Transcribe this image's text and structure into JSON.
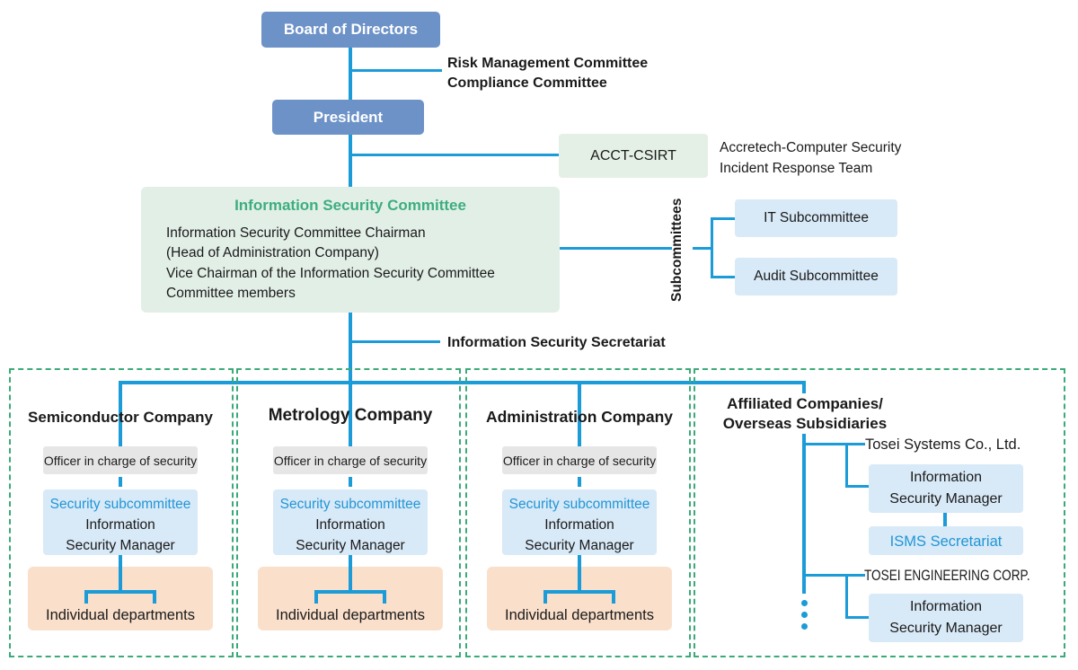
{
  "palette": {
    "connector_blue": "#1B9BD8",
    "box_blue": "#6D92C8",
    "light_green": "#E4F0E5",
    "light_blue": "#D8E9F7",
    "gray": "#E6E6E6",
    "orange": "#FAE0CB",
    "green_title_text": "#3DAE7E",
    "blue_text": "#2196D6",
    "dashed_border_green": "#3BAA78"
  },
  "top": {
    "board": "Board of Directors",
    "president": "President",
    "risk_line1": "Risk Management Committee",
    "risk_line2": "Compliance Committee",
    "acct": "ACCT-CSIRT",
    "acct_desc1": "Accretech-Computer Security",
    "acct_desc2": "Incident Response Team"
  },
  "committee": {
    "title": "Information Security Committee",
    "line1": "Information Security Committee Chairman",
    "line2": "(Head of Administration Company)",
    "line3": "Vice Chairman of the Information Security Committee",
    "line4": "Committee members"
  },
  "subcommittees": {
    "label": "Subcommittees",
    "items": [
      {
        "label": "IT Subcommittee"
      },
      {
        "label": "Audit Subcommittee"
      }
    ]
  },
  "secretariat": "Information Security Secretariat",
  "companies": [
    {
      "title": "Semiconductor Company",
      "officer": "Officer in charge of security",
      "sub1": "Security subcommittee",
      "sub2": "Information",
      "sub3": "Security Manager",
      "dept": "Individual departments"
    },
    {
      "title": "Metrology Company",
      "officer": "Officer in charge of security",
      "sub1": "Security subcommittee",
      "sub2": "Information",
      "sub3": "Security Manager",
      "dept": "Individual departments"
    },
    {
      "title": "Administration Company",
      "officer": "Officer in charge of security",
      "sub1": "Security subcommittee",
      "sub2": "Information",
      "sub3": "Security Manager",
      "dept": "Individual departments"
    }
  ],
  "affiliated": {
    "title1": "Affiliated Companies/",
    "title2": "Overseas Subsidiaries",
    "tosei_systems": "Tosei Systems Co., Ltd.",
    "ism1_line1": "Information",
    "ism1_line2": "Security Manager",
    "isms": "ISMS Secretariat",
    "tosei_engineering": "TOSEI ENGINEERING CORP.",
    "ism2_line1": "Information",
    "ism2_line2": "Security Manager"
  }
}
